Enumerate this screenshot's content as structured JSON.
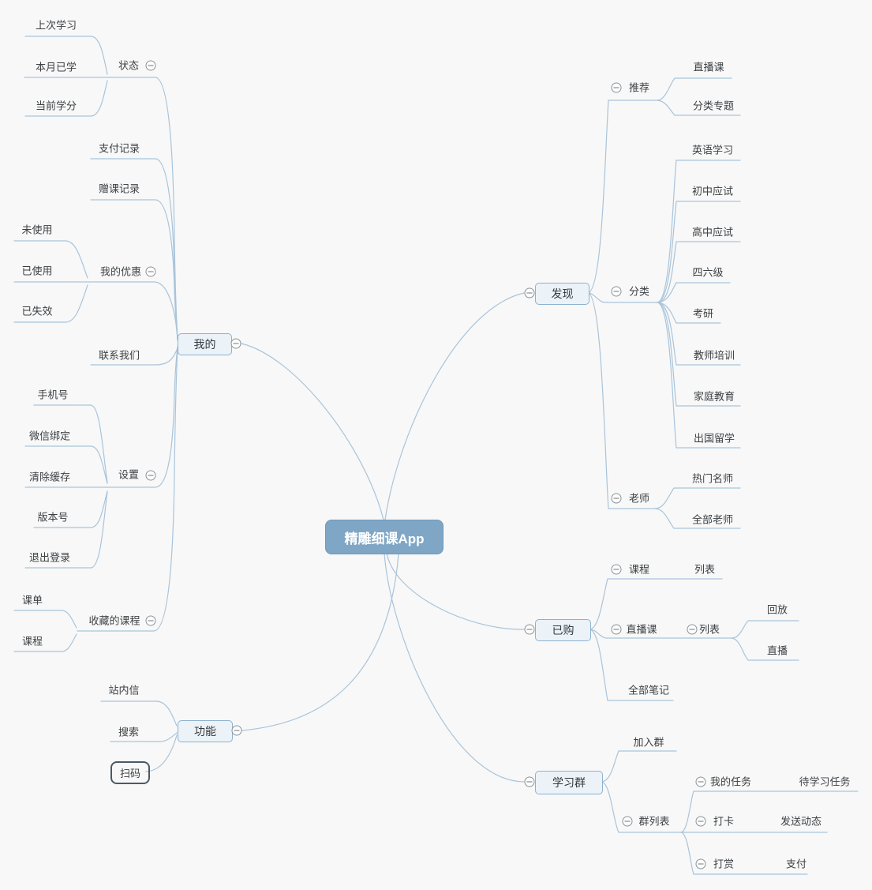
{
  "root_label": "精雕细课App",
  "colors": {
    "line": "#a9c4da",
    "topic_fill": "#ebf2f8",
    "topic_border": "#8cb2cf",
    "root_fill": "#7fa6c5",
    "root_text": "#ffffff",
    "text": "#3d4144",
    "scan_border": "#4a5a64"
  },
  "wode": {
    "label": "我的",
    "zhuangtai": {
      "label": "状态",
      "items": [
        "上次学习",
        "本月已学",
        "当前学分"
      ]
    },
    "zhifu_jilu": "支付记录",
    "zengke_jilu": "赠课记录",
    "youhui": {
      "label": "我的优惠",
      "items": [
        "未使用",
        "已使用",
        "已失效"
      ]
    },
    "lianxi": "联系我们",
    "shezhi": {
      "label": "设置",
      "items": [
        "手机号",
        "微信绑定",
        "清除缓存",
        "版本号",
        "退出登录"
      ]
    },
    "shoucang": {
      "label": "收藏的课程",
      "items": [
        "课单",
        "课程"
      ]
    }
  },
  "gongneng": {
    "label": "功能",
    "items": [
      "站内信",
      "搜索",
      "扫码"
    ]
  },
  "faxian": {
    "label": "发现",
    "tuijian": {
      "label": "推荐",
      "items": [
        "直播课",
        "分类专题"
      ]
    },
    "fenlei": {
      "label": "分类",
      "items": [
        "英语学习",
        "初中应试",
        "高中应试",
        "四六级",
        "考研",
        "教师培训",
        "家庭教育",
        "出国留学"
      ]
    },
    "laoshi": {
      "label": "老师",
      "items": [
        "热门名师",
        "全部老师"
      ]
    }
  },
  "yigou": {
    "label": "已购",
    "kecheng": {
      "label": "课程",
      "child": "列表"
    },
    "zhiboke": {
      "label": "直播课",
      "liebiao": {
        "label": "列表",
        "items": [
          "回放",
          "直播"
        ]
      }
    },
    "quanbu_biji": "全部笔记"
  },
  "xuexiqun": {
    "label": "学习群",
    "jiaqun": "加入群",
    "qunliebiao": {
      "label": "群列表",
      "renwu": {
        "label": "我的任务",
        "child": "待学习任务"
      },
      "daka": {
        "label": "打卡",
        "child": "发送动态"
      },
      "dashang": {
        "label": "打赏",
        "child": "支付"
      }
    }
  }
}
